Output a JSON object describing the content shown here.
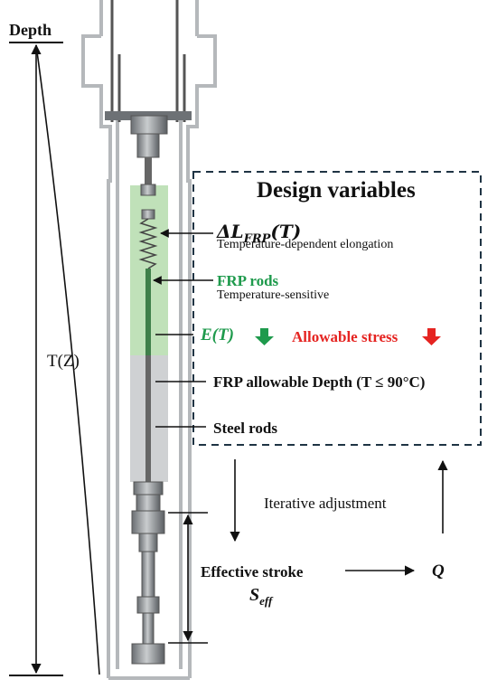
{
  "depth_axis": {
    "label": "Depth",
    "temperature_label": "T(Z)"
  },
  "design_box": {
    "title": "Design variables",
    "elongation_symbol": "ΔL_FRP(T)",
    "elongation_desc": "Temperature-dependent elongation",
    "frp_title": "FRP rods",
    "frp_desc": "Temperature-sensitive",
    "modulus_symbol": "E(T)",
    "allowable_stress": "Allowable stress",
    "frp_depth": "FRP allowable Depth (T ≤ 90°C)",
    "steel_rods": "Steel rods"
  },
  "loop": {
    "iterative": "Iterative adjustment",
    "effective_stroke": "Effective stroke",
    "stroke_symbol": "S_eff",
    "flow_symbol": "Q"
  },
  "colors": {
    "frp_green": "#1e9a4c",
    "stress_red": "#e52421",
    "frp_zone": "#b9deb1",
    "steel_zone": "#cfd1d3",
    "box_border": "#1f3444"
  },
  "icon_names": [
    "down-arrow-icon"
  ]
}
